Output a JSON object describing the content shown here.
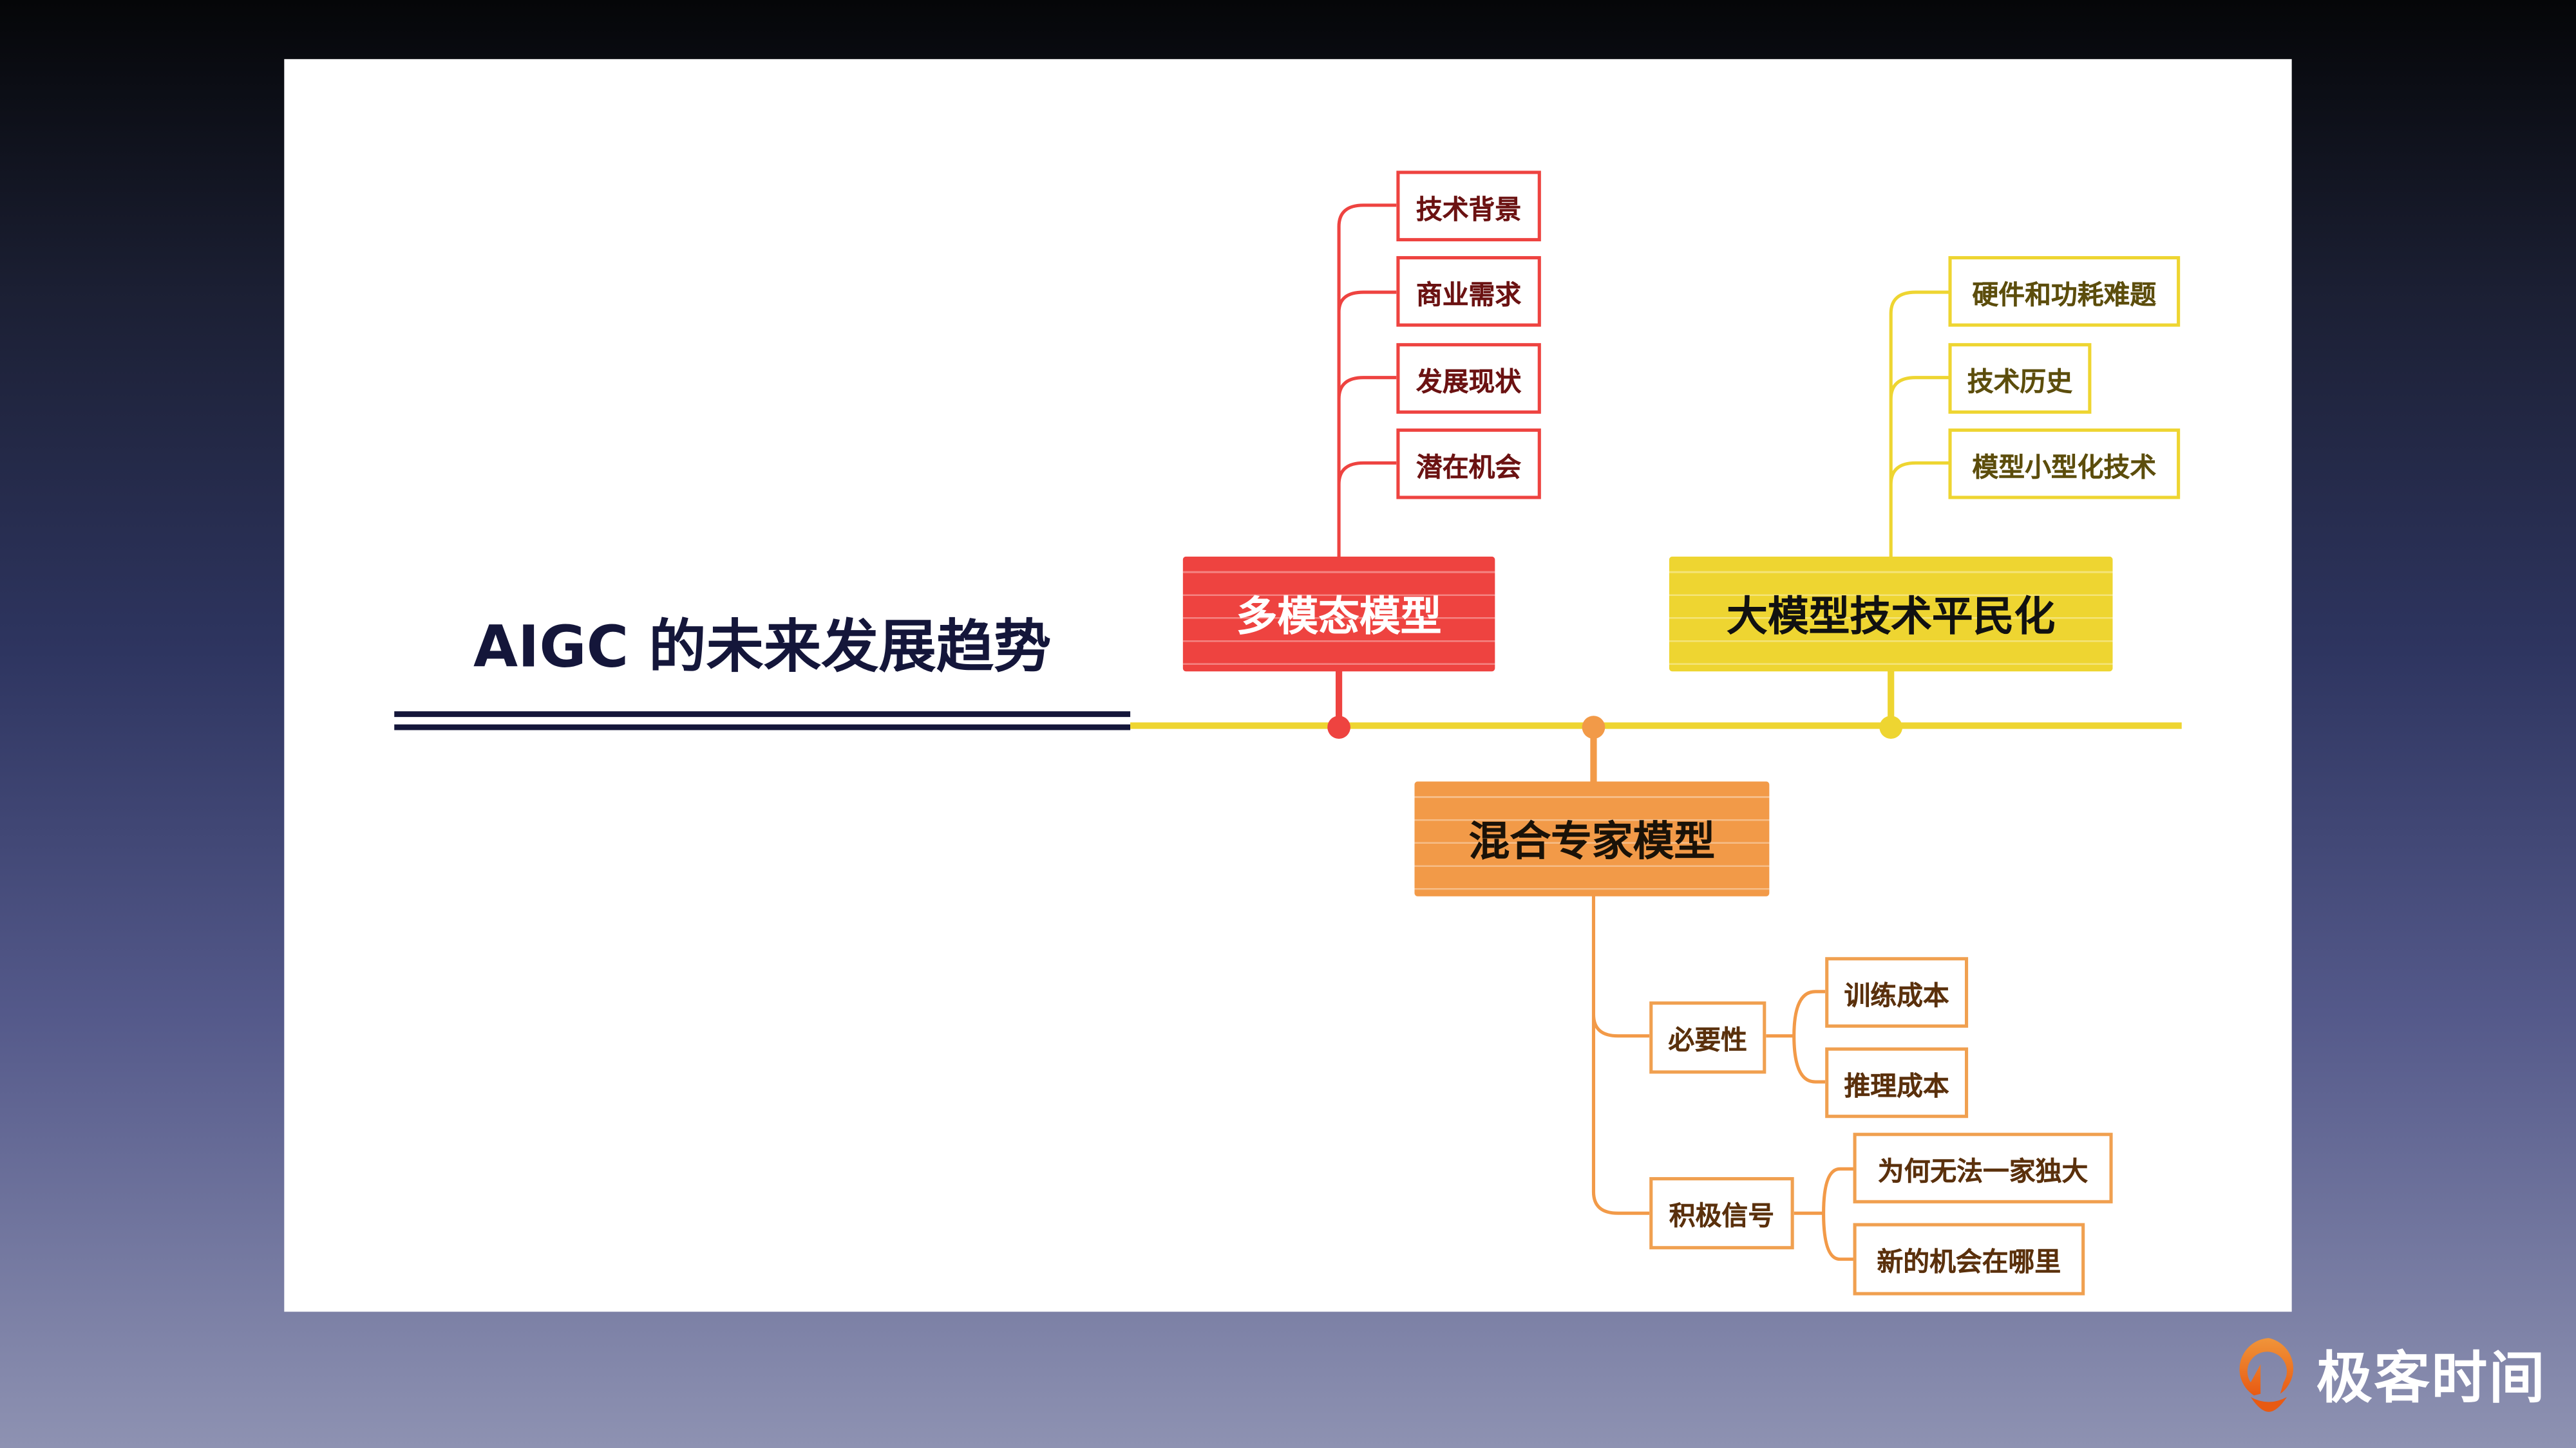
{
  "title": "AIGC 的未来发展趋势",
  "colors": {
    "red": "#ee4340",
    "yellow": "#eed531",
    "orange": "#f29a48",
    "navy": "#14163a"
  },
  "branches": {
    "multimodal": {
      "label": "多模态模型",
      "children": [
        "技术背景",
        "商业需求",
        "发展现状",
        "潜在机会"
      ]
    },
    "democratization": {
      "label": "大模型技术平民化",
      "children": [
        "硬件和功耗难题",
        "技术历史",
        "模型小型化技术"
      ]
    },
    "moe": {
      "label": "混合专家模型",
      "children": [
        {
          "label": "必要性",
          "children": [
            "训练成本",
            "推理成本"
          ]
        },
        {
          "label": "积极信号",
          "children": [
            "为何无法一家独大",
            "新的机会在哪里"
          ]
        }
      ]
    }
  },
  "brand": {
    "name": "极客时间",
    "icon": "geektime-logo-icon"
  }
}
